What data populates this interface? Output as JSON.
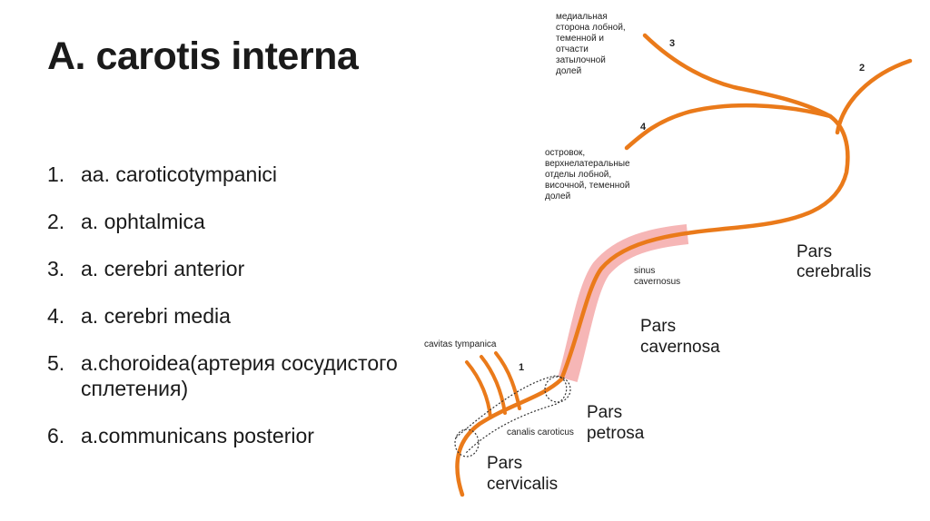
{
  "slide": {
    "title": "A. carotis interna",
    "branches": [
      {
        "num": "1.",
        "text": "aa. caroticotympanici"
      },
      {
        "num": "2.",
        "text": "a. ophtalmica"
      },
      {
        "num": "3.",
        "text": "a. cerebri anterior"
      },
      {
        "num": "4.",
        "text": "a. cerebri media"
      },
      {
        "num": "5.",
        "text": "a.choroidea(артерия сосудистого сплетения)"
      },
      {
        "num": "6.",
        "text": "a.communicans posterior"
      }
    ]
  },
  "diagram": {
    "colors": {
      "artery": "#ea7a1a",
      "sinus": "#f6b6b6",
      "outline": "#333333"
    },
    "annotation_3": [
      "медиальная",
      "сторона лобной,",
      "теменной и",
      "отчасти",
      "затылочной",
      "долей"
    ],
    "annotation_4": [
      "островок,",
      "верхнелатеральные",
      "отделы лобной,",
      "височной, теменной",
      "долей"
    ],
    "numbers": {
      "n1": "1",
      "n2": "2",
      "n3": "3",
      "n4": "4"
    },
    "labels": {
      "sinus": [
        "sinus",
        "cavernosus"
      ],
      "cavitas": "cavitas tympanica",
      "canalis": "canalis caroticus"
    },
    "parts": {
      "cerebralis": [
        "Pars",
        "cerebralis"
      ],
      "cavernosa": [
        "Pars",
        "cavernosa"
      ],
      "petrosa": [
        "Pars",
        "petrosa"
      ],
      "cervicalis": [
        "Pars",
        "cervicalis"
      ]
    }
  }
}
